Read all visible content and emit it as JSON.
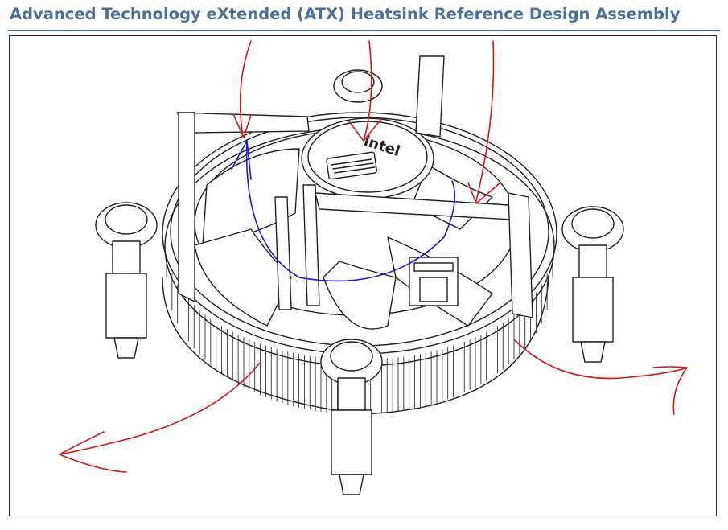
{
  "page": {
    "title": "Advanced Technology eXtended (ATX) Heatsink Reference Design Assembly"
  },
  "figure": {
    "logo_text": "intel",
    "colors": {
      "title": "#4a6f9a",
      "line": "#222222",
      "airflow_in": "#d01818",
      "airflow_out": "#d01818",
      "rotation": "#1a1ad0"
    },
    "annotations": [
      {
        "name": "airflow-in-arrow-left",
        "color": "red"
      },
      {
        "name": "airflow-in-arrow-center",
        "color": "red"
      },
      {
        "name": "airflow-in-arrow-right",
        "color": "red"
      },
      {
        "name": "fan-rotation-arrow",
        "color": "blue"
      },
      {
        "name": "airflow-out-arrow-left",
        "color": "red"
      },
      {
        "name": "airflow-out-arrow-right",
        "color": "red"
      }
    ]
  }
}
